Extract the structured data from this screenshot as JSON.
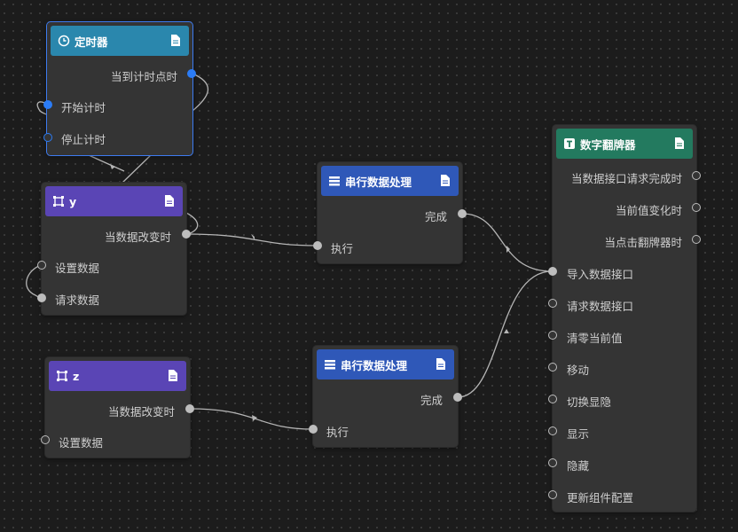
{
  "nodes": {
    "timer": {
      "title": "定时器",
      "outputs": [
        "当到计时点时"
      ],
      "inputs": [
        "开始计时",
        "停止计时"
      ]
    },
    "var_y": {
      "title": "y",
      "outputs": [
        "当数据改变时"
      ],
      "inputs": [
        "设置数据",
        "请求数据"
      ]
    },
    "var_z": {
      "title": "z",
      "outputs": [
        "当数据改变时"
      ],
      "inputs": [
        "设置数据"
      ]
    },
    "serial_1": {
      "title": "串行数据处理",
      "outputs": [
        "完成"
      ],
      "inputs": [
        "执行"
      ]
    },
    "serial_2": {
      "title": "串行数据处理",
      "outputs": [
        "完成"
      ],
      "inputs": [
        "执行"
      ]
    },
    "flipper": {
      "title": "数字翻牌器",
      "outputs": [
        "当数据接口请求完成时",
        "当前值变化时",
        "当点击翻牌器时"
      ],
      "inputs": [
        "导入数据接口",
        "请求数据接口",
        "清零当前值",
        "移动",
        "切换显隐",
        "显示",
        "隐藏",
        "更新组件配置"
      ]
    }
  },
  "colors": {
    "timer_header": "#2a87ad",
    "variable_header": "#5a45b5",
    "serial_header": "#2f58b8",
    "flipper_header": "#237a5f",
    "selection": "#3d7bf0",
    "wire": "#b5b5b5"
  },
  "icons": {
    "timer": "clock-icon",
    "variable": "variable-icon",
    "serial": "list-icon",
    "flipper": "text-icon",
    "doc": "document-icon"
  }
}
